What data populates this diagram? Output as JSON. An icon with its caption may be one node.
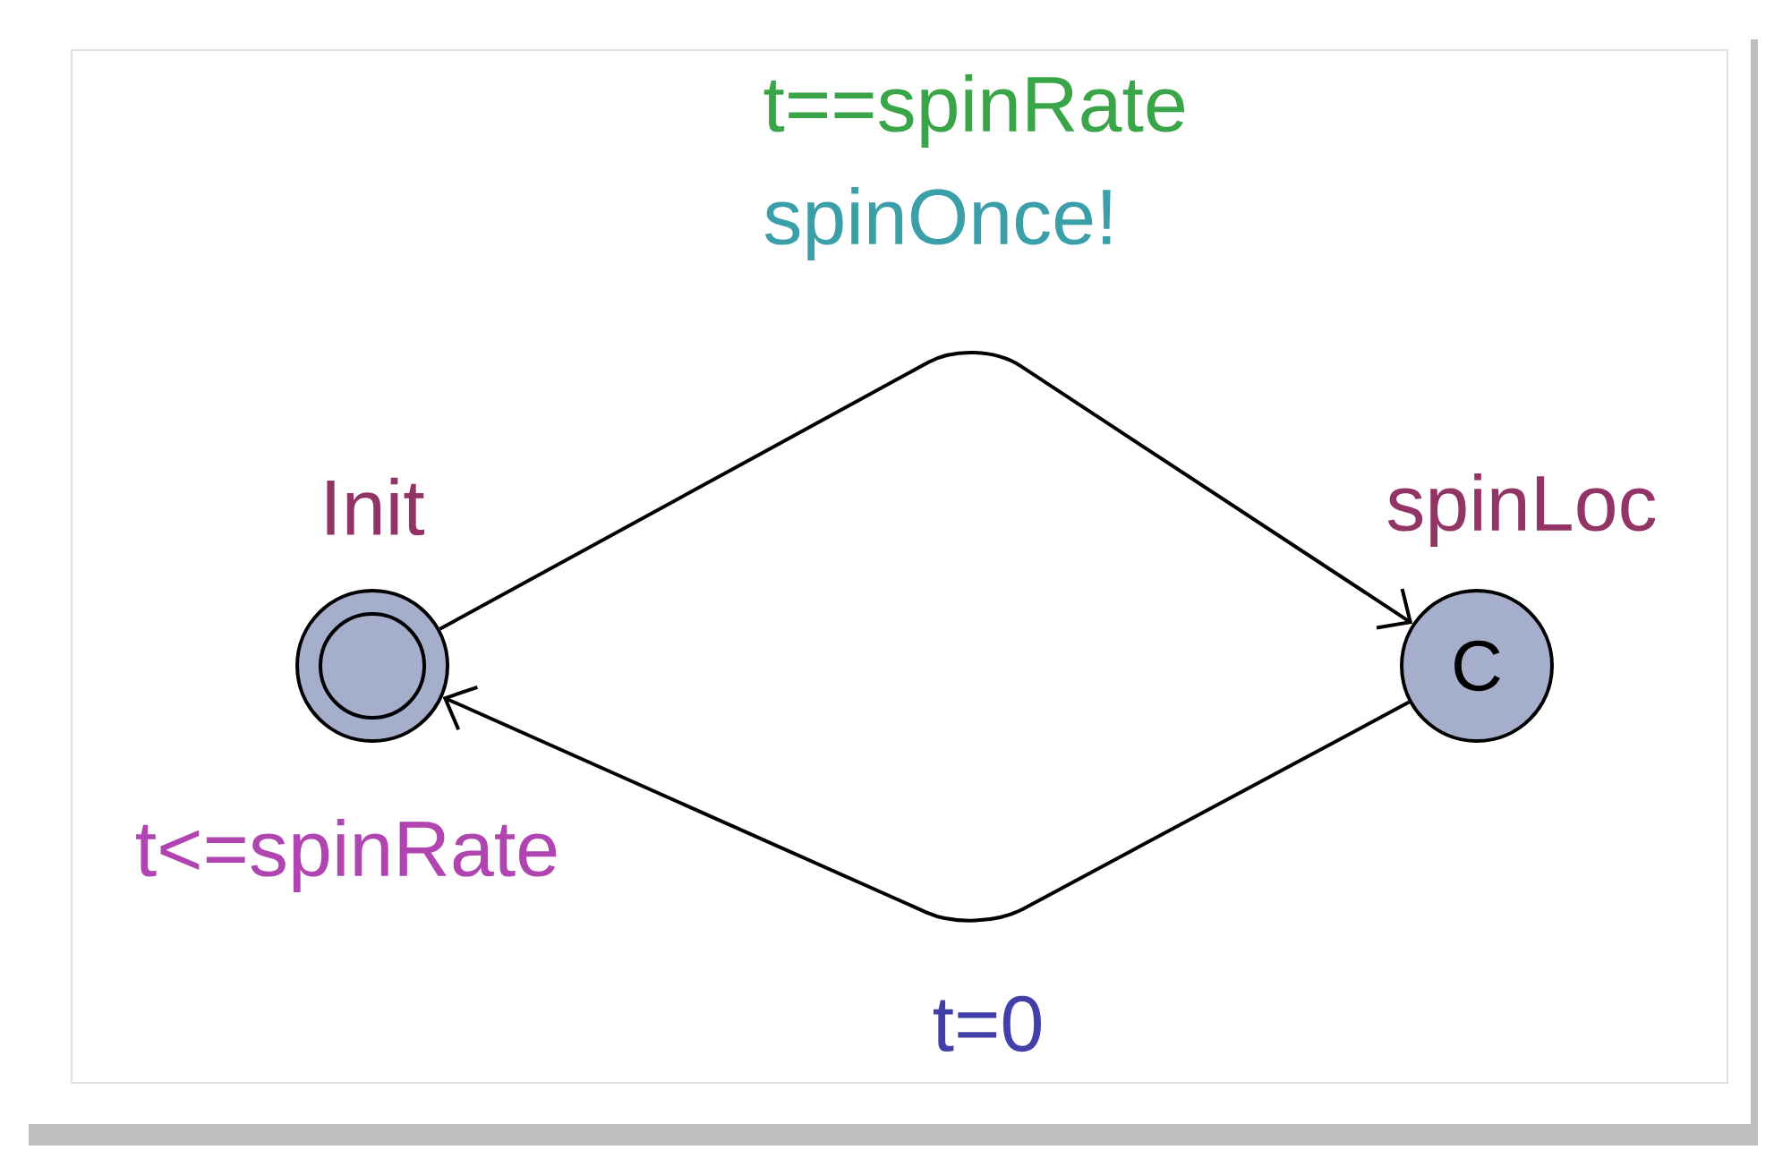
{
  "diagram": {
    "nodes": [
      {
        "text": [
          "Init"
        ],
        "beside": [
          "t<=spinRate"
        ]
      },
      {
        "text": [
          "spinLoc",
          "C"
        ]
      }
    ],
    "edges": [
      {
        "from": 0,
        "to": 1,
        "arrow": "to",
        "label": "t==spinRate"
      },
      {
        "from": 1,
        "to": 0,
        "arrow": "to",
        "label": "t=0"
      }
    ],
    "labels": [
      "spinOnce!"
    ]
  }
}
